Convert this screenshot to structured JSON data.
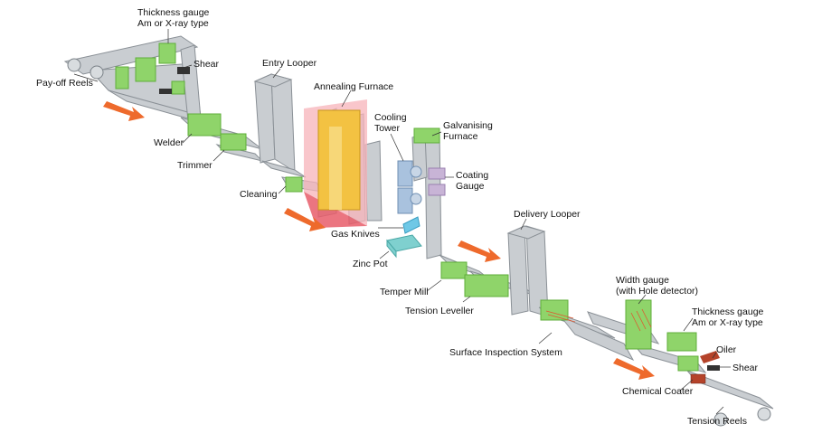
{
  "colors": {
    "strip": "#c9cdd1",
    "strip_edge": "#8a9096",
    "equipment": "#8fd46a",
    "equipment_dark": "#5fae3a",
    "furnace": "#f3c242",
    "furnace_box": "#e85d6a",
    "arrow": "#ee6a2c",
    "zinc_pot": "#7fd0cf",
    "cooling_tower": "#a9c2de",
    "coating_gauge": "#c8b4d6",
    "gas_knives": "#6fc8e6",
    "oiler": "#b5432a"
  },
  "labels": {
    "payoff_reels": "Pay-off Reels",
    "thickness_gauge_top_1": "Thickness gauge",
    "thickness_gauge_top_2": "Am or X-ray type",
    "shear_top": "Shear",
    "welder": "Welder",
    "trimmer": "Trimmer",
    "entry_looper": "Entry Looper",
    "annealing_furnace": "Annealing Furnace",
    "cleaning": "Cleaning",
    "cooling_tower_1": "Cooling",
    "cooling_tower_2": "Tower",
    "galvanising_1": "Galvanising",
    "galvanising_2": "Furnace",
    "coating_gauge_1": "Coating",
    "coating_gauge_2": "Gauge",
    "gas_knives": "Gas Knives",
    "zinc_pot": "Zinc Pot",
    "temper_mill": "Temper Mill",
    "tension_leveller": "Tension Leveller",
    "delivery_looper": "Delivery Looper",
    "surface_inspection": "Surface Inspection System",
    "width_gauge_1": "Width gauge",
    "width_gauge_2": "(with Hole detector)",
    "thickness_gauge_bottom_1": "Thickness gauge",
    "thickness_gauge_bottom_2": "Am or X-ray type",
    "oiler": "Oiler",
    "shear_bottom": "Shear",
    "chemical_coater": "Chemical Coater",
    "tension_reels": "Tension Reels"
  }
}
